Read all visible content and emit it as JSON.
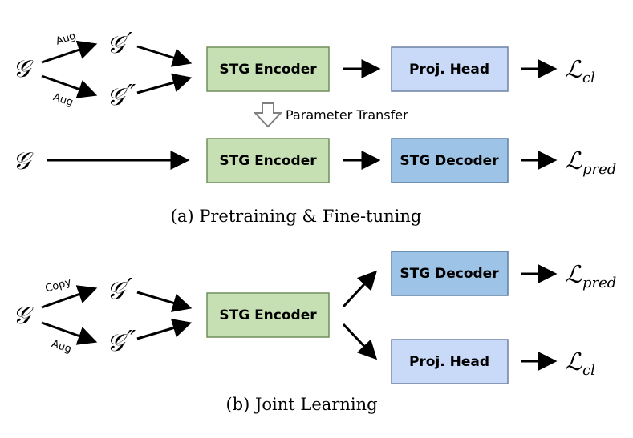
{
  "colors": {
    "encoder_fill": "#c6e0b4",
    "encoder_stroke": "#6f8f5a",
    "proj_fill": "#c9daf8",
    "proj_stroke": "#6d82a6",
    "decoder_fill": "#9dc3e6",
    "decoder_stroke": "#5b7fa3",
    "transfer_arrow": "#ffffff",
    "transfer_arrow_stroke": "#7f7f7f"
  },
  "symbols": {
    "graph": "𝒢",
    "graph_prime": "′",
    "graph_double_prime": "″",
    "loss": "ℒ",
    "loss_cl_sub": "cl",
    "loss_pred_sub": "pred"
  },
  "panel_a": {
    "aug_top_label": "Aug",
    "aug_bottom_label": "Aug",
    "encoder_top_label": "STG Encoder",
    "proj_head_label": "Proj. Head",
    "transfer_label": "Parameter Transfer",
    "encoder_bottom_label": "STG Encoder",
    "decoder_label": "STG Decoder",
    "caption": "(a) Pretraining & Fine-tuning"
  },
  "panel_b": {
    "copy_label": "Copy",
    "aug_label": "Aug",
    "encoder_label": "STG Encoder",
    "decoder_label": "STG Decoder",
    "proj_head_label": "Proj. Head",
    "caption": "(b) Joint Learning"
  }
}
